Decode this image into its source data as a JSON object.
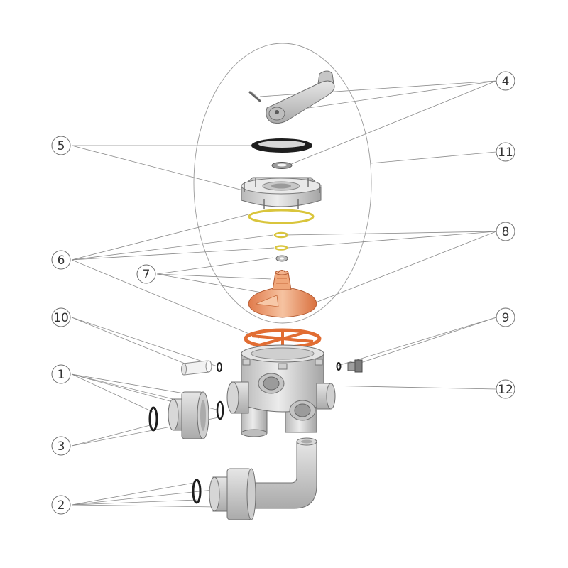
{
  "callouts": {
    "c1": "1",
    "c2": "2",
    "c3": "3",
    "c4": "4",
    "c5": "5",
    "c6": "6",
    "c7": "7",
    "c8": "8",
    "c9": "9",
    "c10": "10",
    "c11": "11",
    "c12": "12"
  },
  "colors": {
    "plastic_grey": "#d6d6d6",
    "plastic_shadow": "#a9a9a9",
    "accent_orange": "#e8895a",
    "accent_orange_light": "#f2b994",
    "gasket_black": "#1e1e1e",
    "oring_yellow": "#e3d35a",
    "leader_line": "#8a8a8a"
  }
}
